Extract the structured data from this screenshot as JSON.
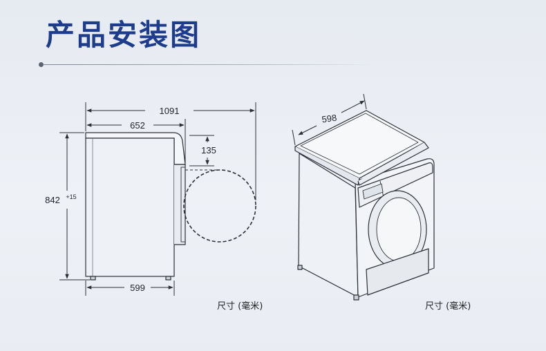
{
  "title": "产品安装图",
  "side_view": {
    "dim_total_depth": "1091",
    "dim_body_depth": "652",
    "dim_door_offset": "135",
    "dim_height": "842",
    "dim_height_tolerance": "+15",
    "dim_base_depth": "599",
    "unit_label": "尺寸 (毫米)"
  },
  "iso_view": {
    "dim_width": "598",
    "unit_label": "尺寸 (毫米)"
  },
  "colors": {
    "title": "#1e3c8c",
    "line": "#2b2f36",
    "background": "#e9edf3"
  }
}
